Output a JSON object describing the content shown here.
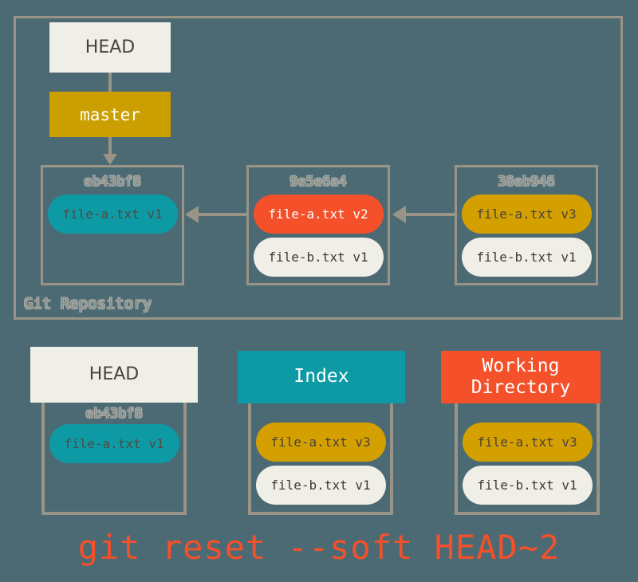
{
  "diagram": {
    "background_color": "#4c6a74",
    "border_color": "#9a9486",
    "repository": {
      "label": "Git Repository",
      "refs": [
        {
          "name": "HEAD",
          "label": "HEAD",
          "style": "cream"
        },
        {
          "name": "master",
          "label": "master",
          "style": "gold"
        }
      ],
      "commits": [
        {
          "sha": "eb43bf8",
          "files": [
            {
              "label": "file-a.txt v1",
              "color": "teal"
            }
          ]
        },
        {
          "sha": "9e5e6a4",
          "files": [
            {
              "label": "file-a.txt v2",
              "color": "red"
            },
            {
              "label": "file-b.txt v1",
              "color": "cream"
            }
          ]
        },
        {
          "sha": "38eb946",
          "files": [
            {
              "label": "file-a.txt v3",
              "color": "gold"
            },
            {
              "label": "file-b.txt v1",
              "color": "cream"
            }
          ]
        }
      ]
    },
    "areas": [
      {
        "title": "HEAD",
        "header_color": "#efeee7",
        "header_text_color": "#4a4239",
        "sha": "eb43bf8",
        "files": [
          {
            "label": "file-a.txt v1",
            "color": "teal"
          }
        ]
      },
      {
        "title": "Index",
        "header_color": "#0d9aa5",
        "header_text_color": "#ffffff",
        "sha": "",
        "files": [
          {
            "label": "file-a.txt v3",
            "color": "gold"
          },
          {
            "label": "file-b.txt v1",
            "color": "cream"
          }
        ]
      },
      {
        "title": "Working\nDirectory",
        "title_line1": "Working",
        "title_line2": "Directory",
        "header_color": "#f4502a",
        "header_text_color": "#ffffff",
        "sha": "",
        "files": [
          {
            "label": "file-a.txt v3",
            "color": "gold"
          },
          {
            "label": "file-b.txt v1",
            "color": "cream"
          }
        ]
      }
    ],
    "caption": "git reset --soft HEAD~2",
    "caption_color": "#f4502a",
    "palette": {
      "teal": "#0d9aa5",
      "red": "#f4502a",
      "gold": "#cc9f00",
      "cream": "#efeee7",
      "border": "#9a9486",
      "background": "#4c6a74"
    }
  }
}
